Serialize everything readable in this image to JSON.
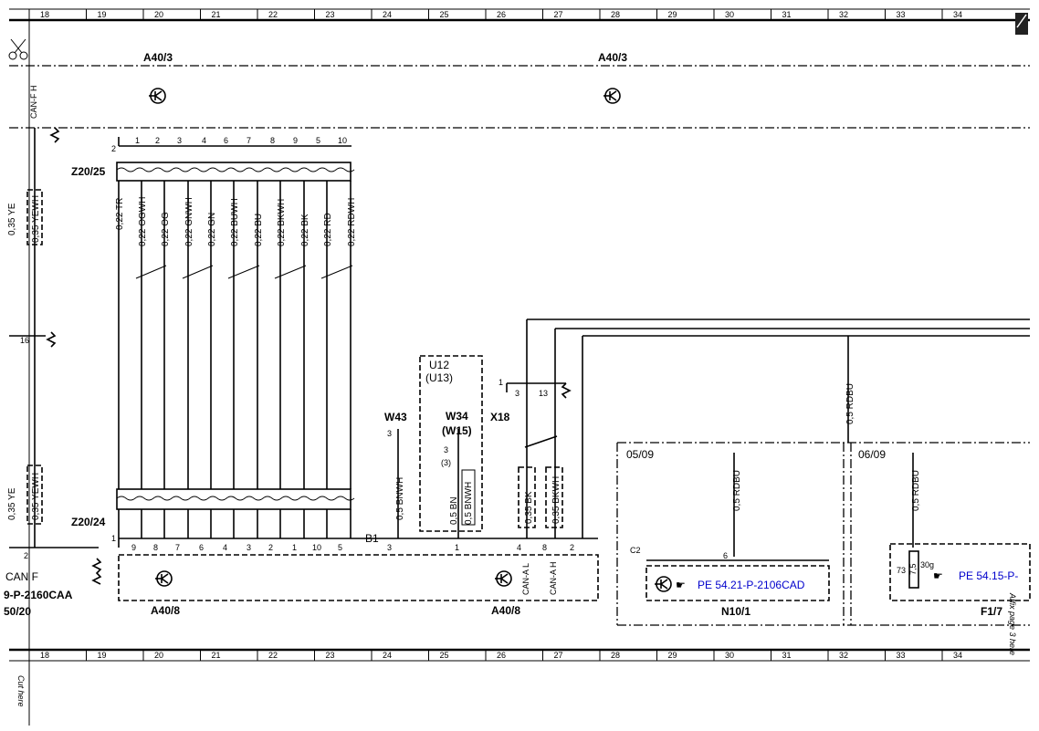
{
  "ruler": {
    "columns": [
      "18",
      "19",
      "20",
      "21",
      "22",
      "23",
      "24",
      "25",
      "26",
      "27",
      "28",
      "29",
      "30",
      "31",
      "32",
      "33",
      "34"
    ]
  },
  "components": {
    "a40_3_left": "A40/3",
    "a40_3_right": "A40/3",
    "z20_25": "Z20/25",
    "z20_24": "Z20/24",
    "u12": "U12",
    "u13": "(U13)",
    "w43": "W43",
    "w34": "W34",
    "w15": "(W15)",
    "x18": "X18",
    "a40_8_left": "A40/8",
    "a40_8_right": "A40/8",
    "n10_1": "N10/1",
    "f1_7": "F1/7",
    "b1": "B1",
    "c2": "C2",
    "can_f": "CAN F",
    "ref_left": "9-P-2160CAA",
    "ref_left_bottom": "50/20",
    "pe_n10": "PE 54.21-P-2106CAD",
    "pe_f1": "PE 54.15-P-",
    "ref_0509": "05/09",
    "ref_0609": "06/09",
    "can_fh": "CAN-F H",
    "can_al": "CAN-A L",
    "can_ah": "CAN-A H",
    "fuse_30g": "30g",
    "fuse_73": "73",
    "fuse_75": "7,5"
  },
  "top_pins": [
    "1",
    "2",
    "3",
    "4",
    "6",
    "7",
    "8",
    "9",
    "5",
    "10"
  ],
  "bottom_pins": [
    "9",
    "8",
    "7",
    "6",
    "4",
    "3",
    "2",
    "1",
    "10",
    "5"
  ],
  "wires": [
    "0,22 TR",
    "0,22 OGWH",
    "0,22 OG",
    "0,22 GNWH",
    "0,22 GN",
    "0,22 BUWH",
    "0,22 BU",
    "0,22 BKWH",
    "0,22 BK",
    "0,22 RD",
    "0,22 RDWH"
  ],
  "left_wires": {
    "yewh_top": "0,35 YEWH",
    "yewh_bottom": "0,35 YEWH",
    "partial_top": "0,35 YE",
    "partial_bottom": "0,35 YE",
    "pin16": "16",
    "pin2": "2"
  },
  "center": {
    "w43_wire": "0,5 BNWH",
    "w43_pin": "3",
    "w34_pin": "3",
    "w34_pin_alt": "(3)",
    "w34_wire_bn": "0,5 BN",
    "w34_wire_bnwh": "0,5 BNWH",
    "b1_pin3": "3",
    "b1_pin1": "1",
    "x18_pin3": "3",
    "x18_pin13": "13",
    "x18_pin1": "1",
    "bk_wire": "0,35 BK",
    "bkwh_wire": "0,35 BKWH",
    "pin4": "4",
    "pin8": "8",
    "pin2": "2",
    "z20_25_pin2": "2",
    "z20_24_pin1": "1"
  },
  "right": {
    "rdbu_top": "0,5 RDBU",
    "rdbu_n10": "0,5 RDBU",
    "rdbu_f1": "0,5 RDBU",
    "n10_pin": "6"
  },
  "side_notes": {
    "cut_here": "Cut here",
    "affix": "Affix page 3 here"
  }
}
